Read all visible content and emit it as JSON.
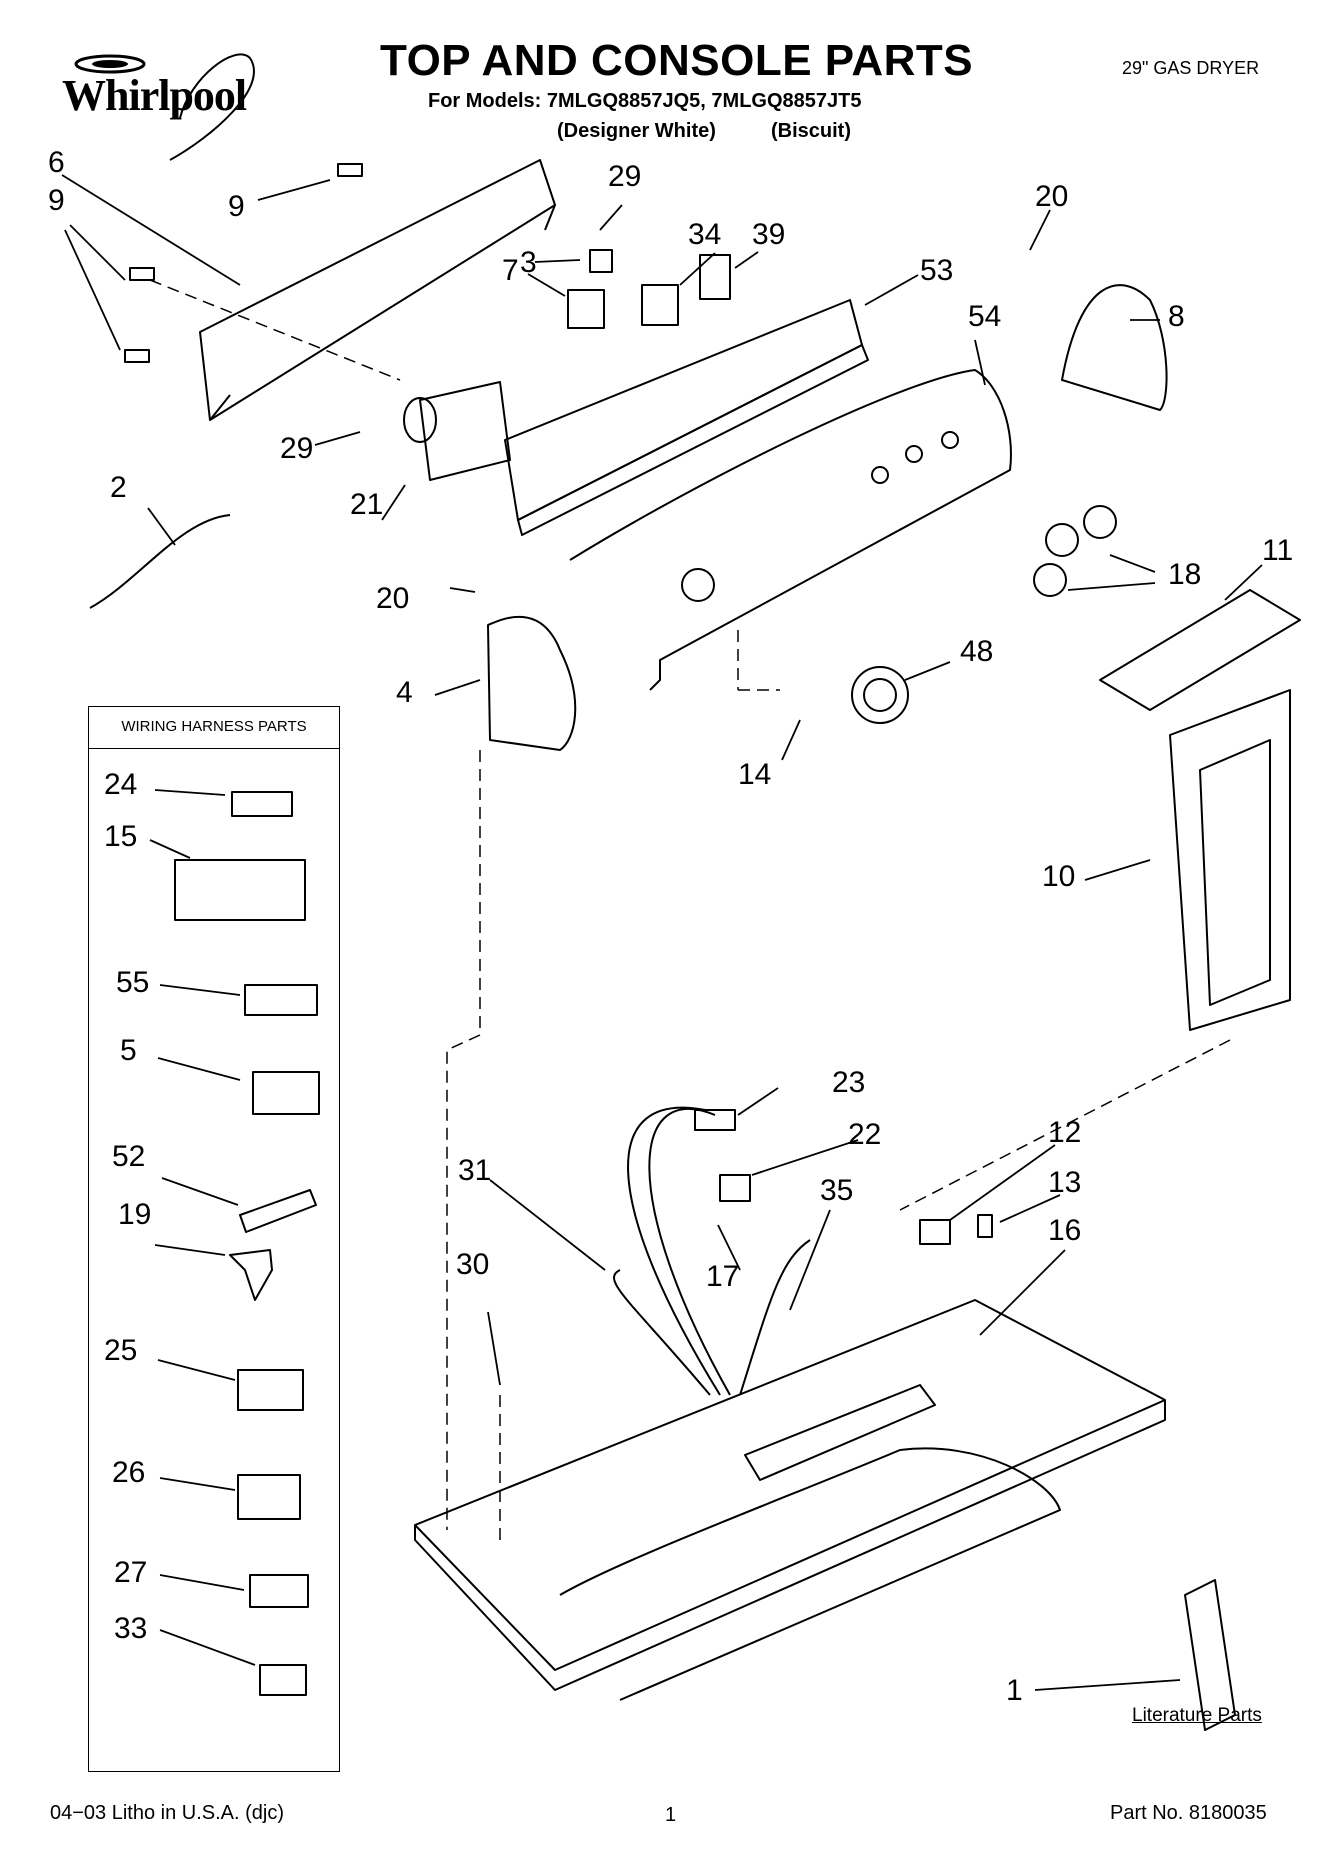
{
  "header": {
    "brand": "Whirlpool",
    "title": "TOP AND CONSOLE PARTS",
    "product": "29\" GAS DRYER",
    "models_line": "For Models: 7MLGQ8857JQ5, 7MLGQ8857JT5",
    "variant_1": "(Designer White)",
    "variant_2": "(Biscuit)"
  },
  "harness_box": {
    "title": "WIRING HARNESS PARTS"
  },
  "literature_label": "Literature Parts",
  "callouts": {
    "c6": "6",
    "c9a": "9",
    "c9b": "9",
    "c29a": "29",
    "c29b": "29",
    "c3": "3",
    "c34": "34",
    "c39": "39",
    "c7": "7",
    "c53": "53",
    "c20a": "20",
    "c8": "8",
    "c54": "54",
    "c2": "2",
    "c21": "21",
    "c20b": "20",
    "c18": "18",
    "c11": "11",
    "c4": "4",
    "c48": "48",
    "c14": "14",
    "c24": "24",
    "c15": "15",
    "c10": "10",
    "c55": "55",
    "c5": "5",
    "c23": "23",
    "c22": "22",
    "c12": "12",
    "c13": "13",
    "c52": "52",
    "c31": "31",
    "c35": "35",
    "c16": "16",
    "c19": "19",
    "c17": "17",
    "c30": "30",
    "c25": "25",
    "c26": "26",
    "c27": "27",
    "c33": "33",
    "c1": "1"
  },
  "footer": {
    "litho": "04−03 Litho in U.S.A. (djc)",
    "page": "1",
    "part_no": "Part No. 8180035"
  }
}
